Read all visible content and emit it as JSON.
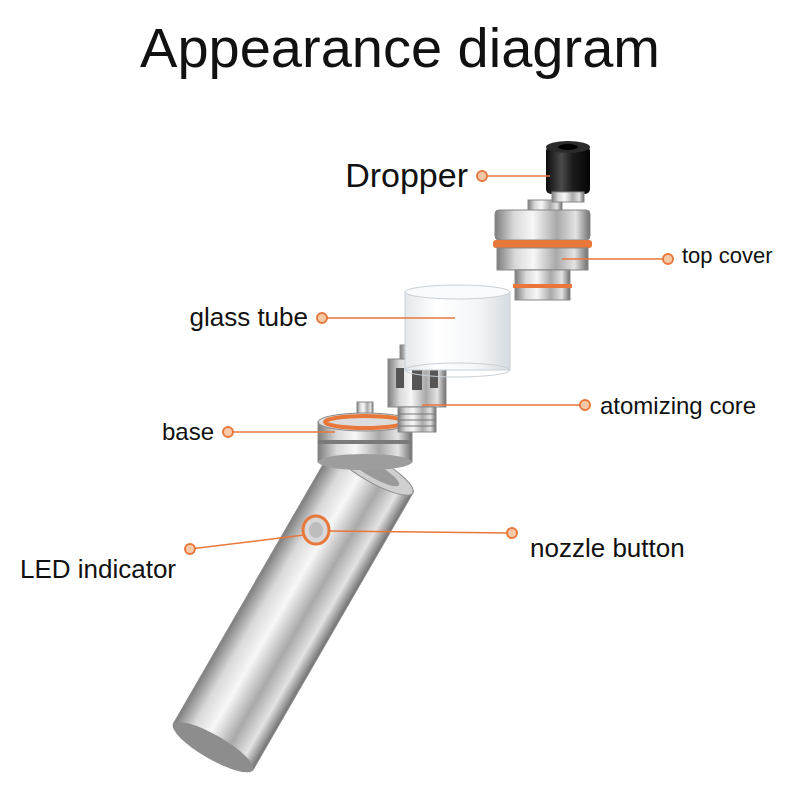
{
  "diagram": {
    "title": "Appearance diagram",
    "labels": [
      "Dropper",
      "top cover",
      "glass tube",
      "atomizing core",
      "base",
      "nozzle button",
      "LED indicator"
    ]
  }
}
